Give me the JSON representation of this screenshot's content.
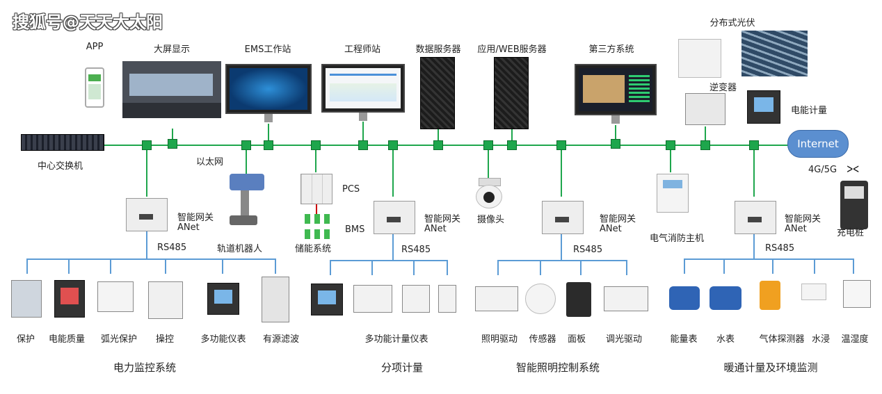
{
  "watermark": "搜狐号@天天大太阳",
  "top_devices": {
    "app": "APP",
    "big_screen": "大屏显示",
    "ems": "EMS工作站",
    "engineer": "工程师站",
    "data_server": "数据服务器",
    "app_server": "应用/WEB服务器",
    "third_party": "第三方系统",
    "pv": "分布式光伏",
    "inverter": "逆变器",
    "energy_meter": "电能计量"
  },
  "network": {
    "core_switch": "中心交换机",
    "ethernet": "以太网",
    "internet": "Internet",
    "g45": "4G/5G"
  },
  "middle": {
    "gateway": "智能网关",
    "anet": "ANet",
    "rs485": "RS485",
    "robot": "轨道机器人",
    "pcs": "PCS",
    "bms": "BMS",
    "storage": "储能系统",
    "camera": "摄像头",
    "fire_host": "电气消防主机",
    "charger": "充电桩"
  },
  "bottom_devices": {
    "power": [
      "保护",
      "电能质量",
      "弧光保护",
      "操控",
      "多功能仪表",
      "有源滤波"
    ],
    "sub": "多功能计量仪表",
    "lighting": [
      "照明驱动",
      "传感器",
      "面板",
      "调光驱动"
    ],
    "hvac": [
      "能量表",
      "水表",
      "气体探测器",
      "水浸",
      "温湿度"
    ]
  },
  "sections": {
    "power": "电力监控系统",
    "sub": "分项计量",
    "lighting": "智能照明控制系统",
    "hvac": "暖通计量及环境监测"
  },
  "colors": {
    "bus": "#1ea64c",
    "rs485": "#5b9bd5",
    "internet": "#5b8fd0"
  }
}
